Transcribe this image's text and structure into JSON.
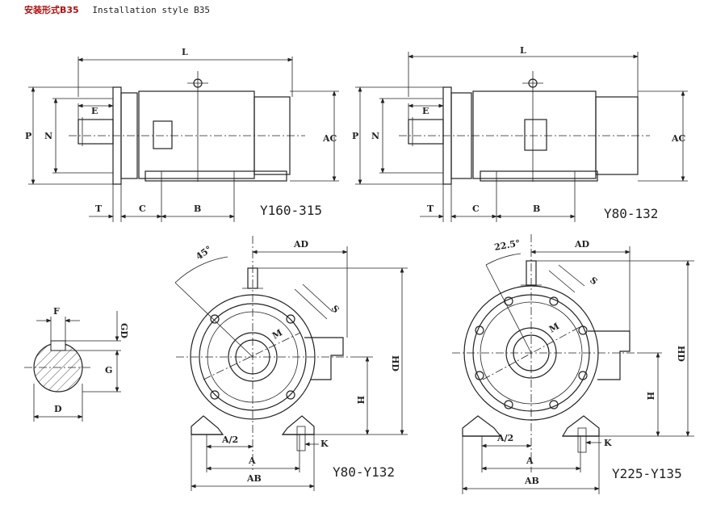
{
  "header": {
    "title_zh": "安装形式B35",
    "title_en": "Installation style B35"
  },
  "views": {
    "side_large": {
      "model": "Y160-315",
      "labels": {
        "L": "L",
        "E": "E",
        "P": "P",
        "N": "N",
        "AC": "AC",
        "T": "T",
        "C": "C",
        "B": "B"
      }
    },
    "side_small": {
      "model": "Y80-132",
      "labels": {
        "L": "L",
        "E": "E",
        "P": "P",
        "N": "N",
        "AC": "AC",
        "T": "T",
        "C": "C",
        "B": "B"
      }
    },
    "shaft": {
      "labels": {
        "F": "F",
        "GD": "GD",
        "G": "G",
        "D": "D"
      }
    },
    "front_small": {
      "model": "Y80-Y132",
      "labels": {
        "angle": "45°",
        "AD": "AD",
        "S": "S",
        "M": "M",
        "HD": "HD",
        "H": "H",
        "A_half": "A/2",
        "K": "K",
        "A": "A",
        "AB": "AB"
      }
    },
    "front_large": {
      "model": "Y225-Y135",
      "labels": {
        "angle": "22.5°",
        "AD": "AD",
        "S": "S",
        "M": "M",
        "HD": "HD",
        "H": "H",
        "A_half": "A/2",
        "K": "K",
        "A": "A",
        "AB": "AB"
      }
    }
  }
}
